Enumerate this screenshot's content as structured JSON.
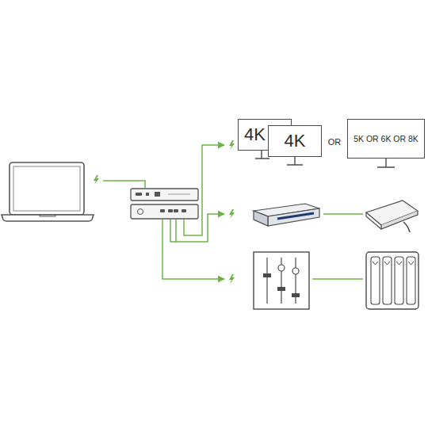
{
  "diagram": {
    "nodes": [
      {
        "text": [
          "4K"
        ]
      },
      {
        "text": [
          "4K"
        ]
      },
      {
        "text": [
          "5K OR 6K OR 8K"
        ]
      }
    ],
    "labels": [
      "OR"
    ]
  }
}
